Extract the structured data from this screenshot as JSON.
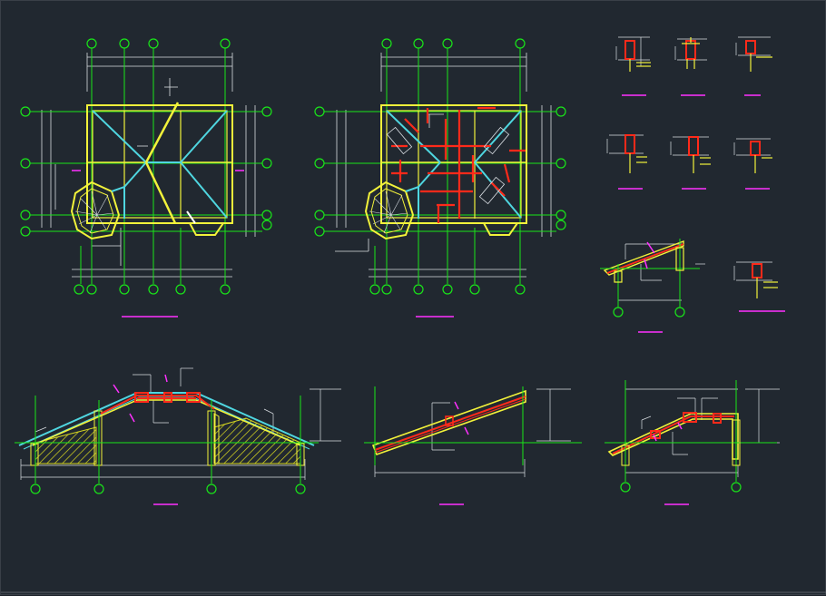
{
  "colors": {
    "background": "#212830",
    "grid_green": "#19e619",
    "wall_yellow": "#f2f23a",
    "beam_cyan": "#4fd6e0",
    "rebar_red": "#ff2a1a",
    "label_magenta": "#ff30ff",
    "dimension_white": "#d8dde2",
    "hatch_yellow": "#d8d820"
  },
  "drawing": {
    "views": [
      {
        "name": "roof-framing-plan-left"
      },
      {
        "name": "roof-framing-plan-right"
      },
      {
        "name": "section-detail-grid"
      },
      {
        "name": "roof-section-left"
      },
      {
        "name": "roof-section-middle"
      },
      {
        "name": "roof-section-right"
      }
    ]
  }
}
